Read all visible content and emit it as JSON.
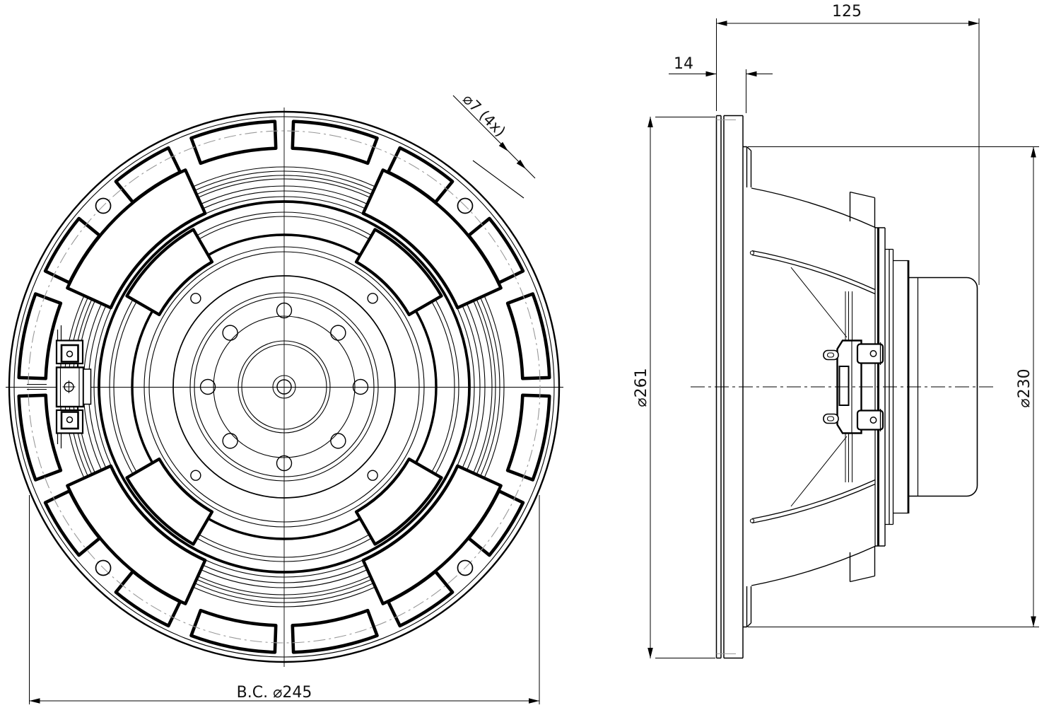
{
  "dimensions": {
    "depth_label": "125",
    "flange_label": "14",
    "hole_label": "⌀7 (4x)",
    "outer_dia_label": "⌀261",
    "basket_dia_label": "⌀230",
    "bolt_circle_label": "B.C. ⌀245"
  }
}
